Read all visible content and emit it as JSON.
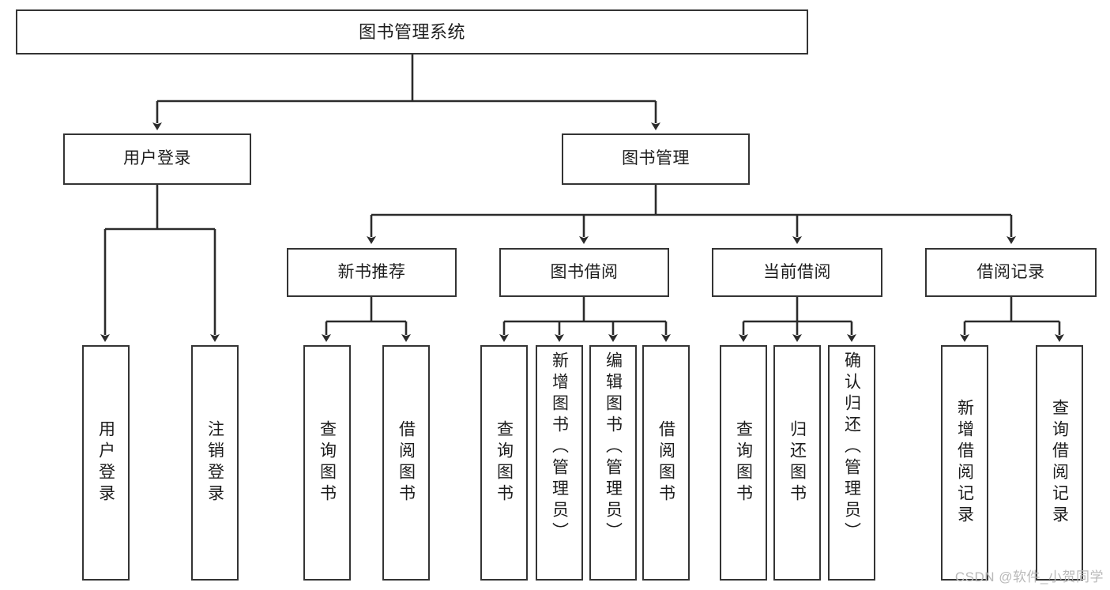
{
  "diagram": {
    "title": "图书管理系统",
    "root": {
      "label": "图书管理系统"
    },
    "level2": [
      {
        "label": "用户登录"
      },
      {
        "label": "图书管理"
      }
    ],
    "level3": [
      {
        "label": "新书推荐"
      },
      {
        "label": "图书借阅"
      },
      {
        "label": "当前借阅"
      },
      {
        "label": "借阅记录"
      }
    ],
    "leaves": {
      "user_login": [
        {
          "label": "用户登录"
        },
        {
          "label": "注销登录"
        }
      ],
      "new_book_recommend": [
        {
          "label": "查询图书"
        },
        {
          "label": "借阅图书"
        }
      ],
      "book_borrow": [
        {
          "label": "查询图书"
        },
        {
          "label": "新增图书（管理员）"
        },
        {
          "label": "编辑图书（管理员）"
        },
        {
          "label": "借阅图书"
        }
      ],
      "current_borrow": [
        {
          "label": "查询图书"
        },
        {
          "label": "归还图书"
        },
        {
          "label": "确认归还（管理员）"
        }
      ],
      "borrow_record": [
        {
          "label": "新增借阅记录"
        },
        {
          "label": "查询借阅记录"
        }
      ]
    },
    "watermark": "CSDN @软件_小贺同学",
    "colors": {
      "box_border": "#343434",
      "box_fill": "#ffffff",
      "line": "#2b2b2b",
      "text": "#1d1d1d",
      "watermark": "#b9b9b9"
    }
  }
}
